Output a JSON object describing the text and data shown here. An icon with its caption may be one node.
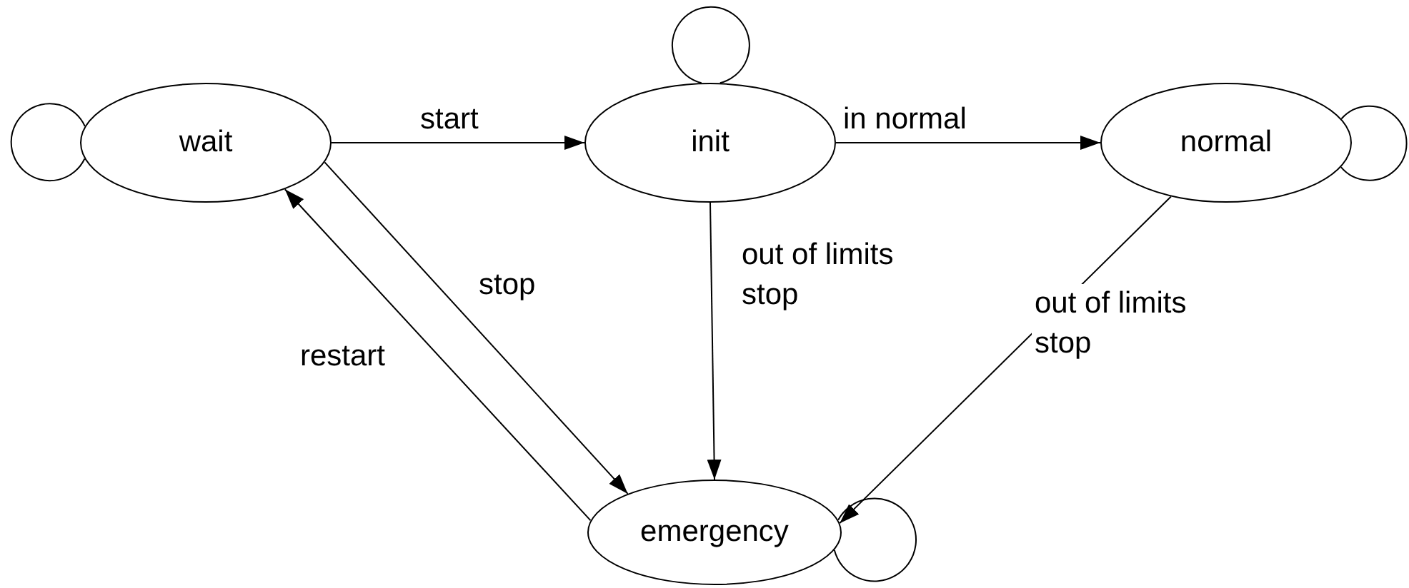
{
  "diagram": {
    "nodes": [
      {
        "text": [
          "wait"
        ]
      },
      {
        "text": [
          "init"
        ]
      },
      {
        "text": [
          "normal"
        ]
      },
      {
        "text": [
          "emergency"
        ]
      }
    ],
    "edges": [
      {
        "from": 0,
        "to": 1,
        "arrow": "to",
        "label": "start"
      },
      {
        "from": 1,
        "to": 2,
        "arrow": "to",
        "label": "in normal"
      },
      {
        "from": 1,
        "to": 3,
        "arrow": "to",
        "label": "out of limits stop"
      },
      {
        "from": 0,
        "to": 3,
        "arrow": "to",
        "label": "stop"
      },
      {
        "from": 3,
        "to": 0,
        "arrow": "to",
        "label": "restart"
      },
      {
        "from": 2,
        "to": 3,
        "arrow": "to",
        "label": "out of limits stop"
      },
      {
        "from": 0,
        "to": 0,
        "arrow": "none"
      },
      {
        "from": 1,
        "to": 1,
        "arrow": "none"
      },
      {
        "from": 2,
        "to": 2,
        "arrow": "none"
      },
      {
        "from": 3,
        "to": 3,
        "arrow": "none"
      }
    ]
  }
}
